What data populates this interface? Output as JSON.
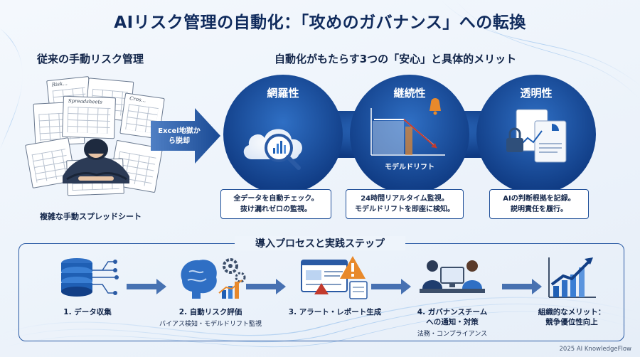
{
  "title": "AIリスク管理の自動化：「攻めのガバナンス」への転換",
  "left": {
    "heading": "従来の手動リスク管理",
    "paper_labels": [
      "Risk...",
      "Spreadsheets",
      "Cros..."
    ],
    "caption": "複雑な手動スプレッドシート",
    "arrow_text": "Excel地獄から脱却"
  },
  "right": {
    "heading": "自動化がもたらす3つの「安心」と具体的メリット",
    "circles": [
      {
        "title": "網羅性",
        "benefit_line1": "全データを自動チェック。",
        "benefit_line2": "抜け漏れゼロの監視。"
      },
      {
        "title": "継続性",
        "chart_label": "モデルドリフト",
        "benefit_line1": "24時間リアルタイム監視。",
        "benefit_line2": "モデルドリフトを即座に検知。"
      },
      {
        "title": "透明性",
        "benefit_line1": "AIの判断根拠を記録。",
        "benefit_line2": "説明責任を履行。"
      }
    ]
  },
  "process": {
    "title": "導入プロセスと実践ステップ",
    "steps": [
      {
        "label": "1. データ収集",
        "icon": "database-icon"
      },
      {
        "label": "2. 自動リスク評価",
        "sub": "バイアス検知・モデルドリフト監視",
        "icon": "brain-gear-icon"
      },
      {
        "label": "3. アラート・レポート生成",
        "icon": "alert-report-icon"
      },
      {
        "label1": "4. ガバナンスチーム",
        "label2": "への通知・対策",
        "sub": "法務・コンプライアンス",
        "icon": "team-meeting-icon"
      },
      {
        "label1": "組織的なメリット：",
        "label2": "競争優位性向上",
        "icon": "growth-chart-icon"
      }
    ]
  },
  "footer": "2025 AI KnowledgeFlow",
  "colors": {
    "navy": "#0f2a5c",
    "blue": "#1f5fb4",
    "deep_blue": "#123f86",
    "accent_orange": "#e8892b",
    "accent_red": "#c33a2d"
  }
}
